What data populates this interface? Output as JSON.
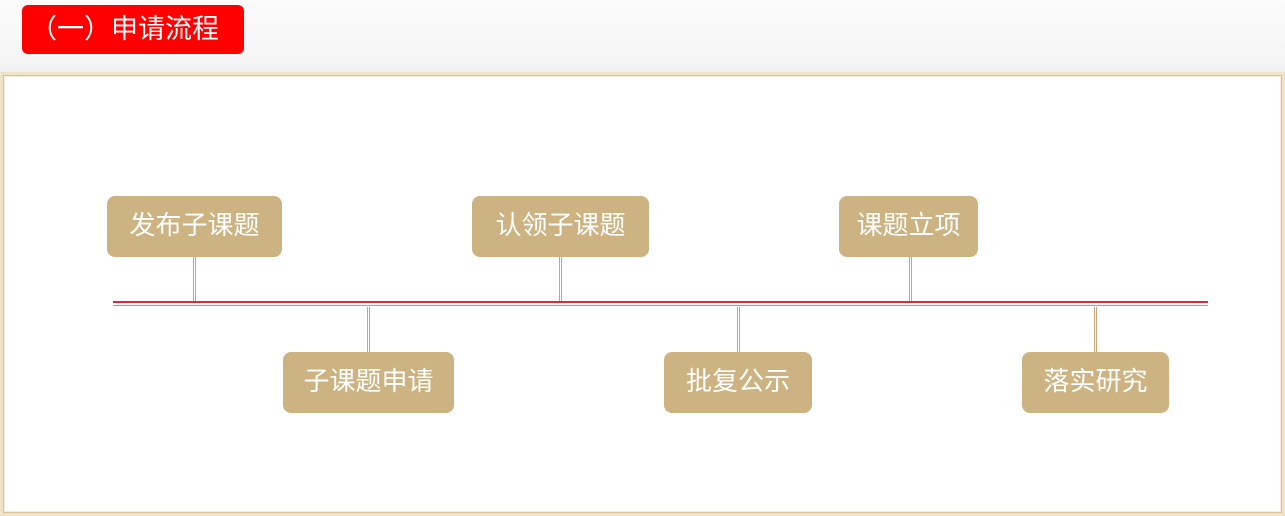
{
  "header": {
    "title": "（一）申请流程"
  },
  "steps": [
    {
      "label": "发布子课题"
    },
    {
      "label": "子课题申请"
    },
    {
      "label": "认领子课题"
    },
    {
      "label": "批复公示"
    },
    {
      "label": "课题立项"
    },
    {
      "label": "落实研究"
    }
  ],
  "colors": {
    "title_bg": "#ff0000",
    "step_bg": "#cdb381",
    "timeline": "#d92a3a",
    "frame": "#efe3c8"
  }
}
